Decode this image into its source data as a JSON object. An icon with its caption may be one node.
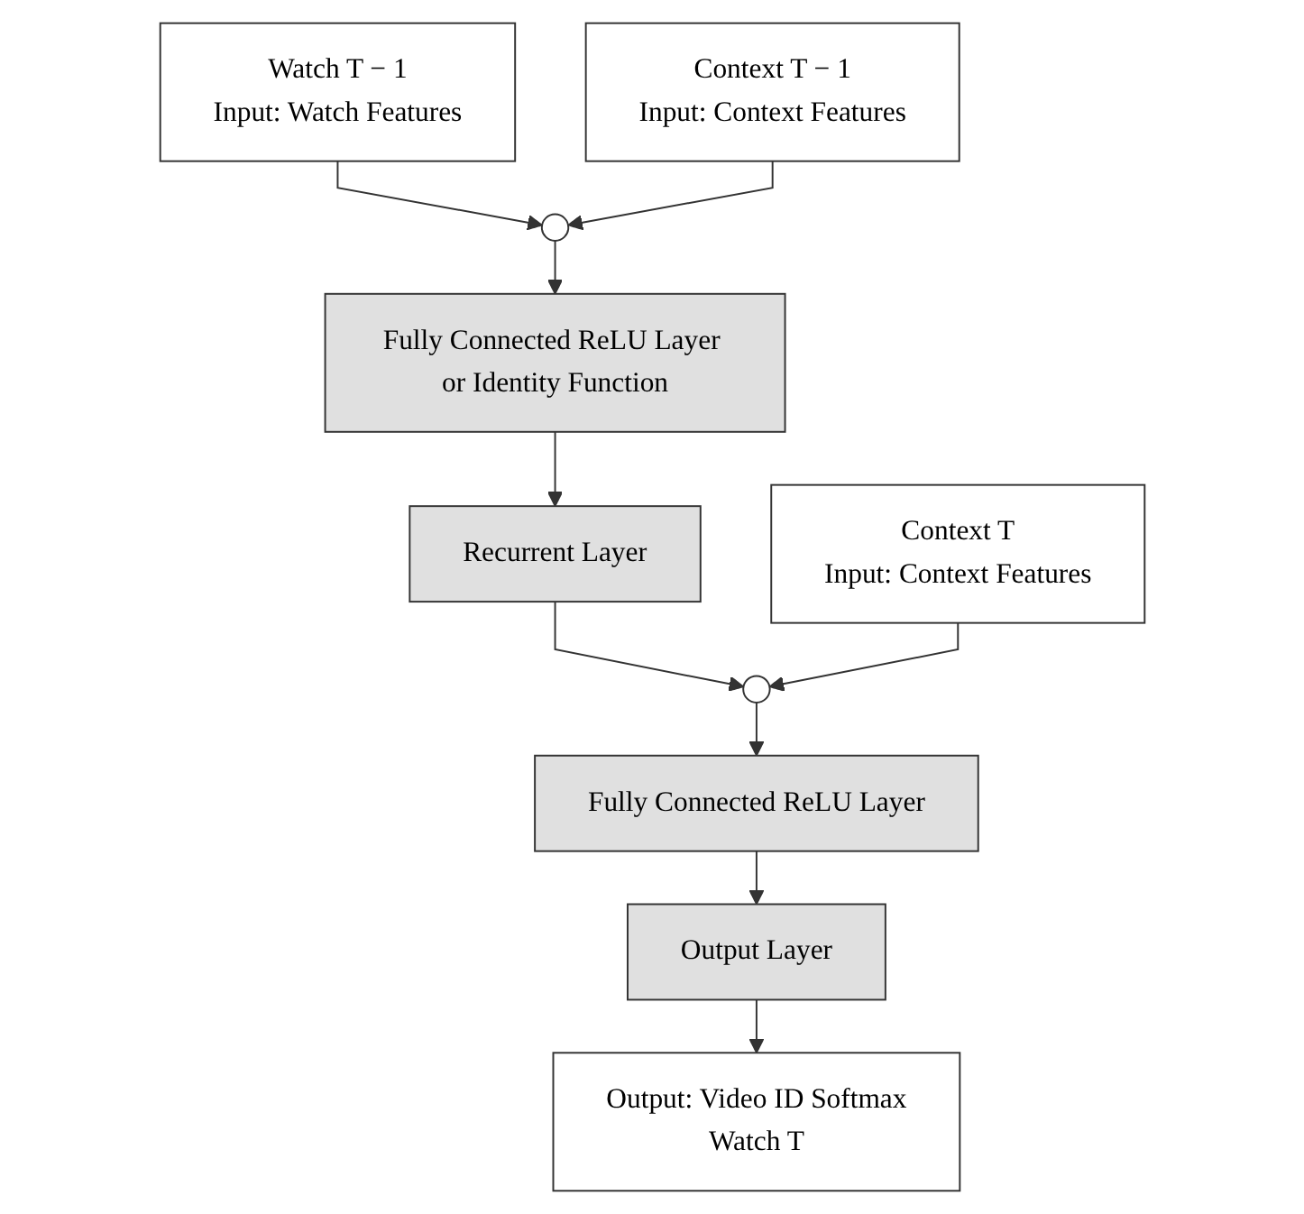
{
  "diagram": {
    "nodes": [
      {
        "text": [
          "Watch T − 1",
          "Input: Watch Features"
        ]
      },
      {
        "text": [
          "Context T − 1",
          "Input: Context Features"
        ]
      },
      {
        "text": [],
        "shape": "circle"
      },
      {
        "text": [
          "Fully Connected ReLU Layer or Identity Function"
        ]
      },
      {
        "text": [
          "Recurrent Layer"
        ]
      },
      {
        "text": [],
        "shape": "circle"
      },
      {
        "text": [
          "Context T",
          "Input: Context Features"
        ]
      },
      {
        "text": [
          "Fully Connected ReLU Layer"
        ]
      },
      {
        "text": [
          "Output Layer"
        ]
      },
      {
        "text": [
          "Output: Video ID Softmax",
          "Watch T"
        ]
      }
    ],
    "edges": [
      {
        "from": 0,
        "to": 2,
        "arrow": "to"
      },
      {
        "from": 1,
        "to": 2,
        "arrow": "to"
      },
      {
        "from": 2,
        "to": 3,
        "arrow": "to"
      },
      {
        "from": 3,
        "to": 4,
        "arrow": "to"
      },
      {
        "from": 4,
        "to": 5,
        "arrow": "to"
      },
      {
        "from": 6,
        "to": 5,
        "arrow": "to"
      },
      {
        "from": 5,
        "to": 7,
        "arrow": "to"
      },
      {
        "from": 7,
        "to": 8,
        "arrow": "to"
      },
      {
        "from": 8,
        "to": 9,
        "arrow": "to"
      }
    ]
  }
}
